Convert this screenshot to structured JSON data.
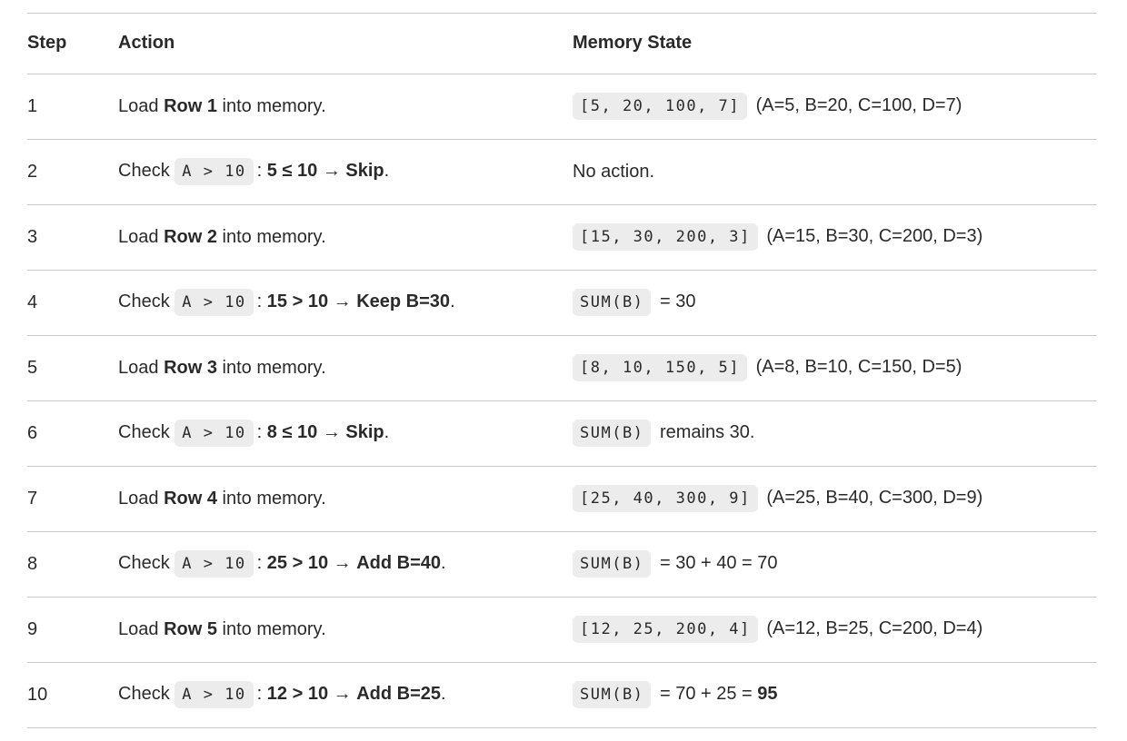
{
  "table": {
    "columns": [
      {
        "label": "Step"
      },
      {
        "label": "Action"
      },
      {
        "label": "Memory State"
      }
    ],
    "rows": [
      {
        "step": "1",
        "action": [
          {
            "t": "text",
            "v": "Load "
          },
          {
            "t": "bold",
            "v": "Row 1"
          },
          {
            "t": "text",
            "v": " into memory."
          }
        ],
        "memory": [
          {
            "t": "code",
            "v": "[5, 20, 100, 7]"
          },
          {
            "t": "text",
            "v": " (A=5, B=20, C=100, D=7)"
          }
        ]
      },
      {
        "step": "2",
        "action": [
          {
            "t": "text",
            "v": "Check "
          },
          {
            "t": "code",
            "v": "A > 10"
          },
          {
            "t": "text",
            "v": ": "
          },
          {
            "t": "bold",
            "v": "5 ≤ 10"
          },
          {
            "t": "text",
            "v": " → "
          },
          {
            "t": "bold",
            "v": "Skip"
          },
          {
            "t": "text",
            "v": "."
          }
        ],
        "memory": [
          {
            "t": "text",
            "v": "No action."
          }
        ]
      },
      {
        "step": "3",
        "action": [
          {
            "t": "text",
            "v": "Load "
          },
          {
            "t": "bold",
            "v": "Row 2"
          },
          {
            "t": "text",
            "v": " into memory."
          }
        ],
        "memory": [
          {
            "t": "code",
            "v": "[15, 30, 200, 3]"
          },
          {
            "t": "text",
            "v": " (A=15, B=30, C=200, D=3)"
          }
        ]
      },
      {
        "step": "4",
        "action": [
          {
            "t": "text",
            "v": "Check "
          },
          {
            "t": "code",
            "v": "A > 10"
          },
          {
            "t": "text",
            "v": ": "
          },
          {
            "t": "bold",
            "v": "15 > 10"
          },
          {
            "t": "text",
            "v": " → "
          },
          {
            "t": "bold",
            "v": "Keep B=30"
          },
          {
            "t": "text",
            "v": "."
          }
        ],
        "memory": [
          {
            "t": "code",
            "v": "SUM(B)"
          },
          {
            "t": "text",
            "v": " = 30"
          }
        ]
      },
      {
        "step": "5",
        "action": [
          {
            "t": "text",
            "v": "Load "
          },
          {
            "t": "bold",
            "v": "Row 3"
          },
          {
            "t": "text",
            "v": " into memory."
          }
        ],
        "memory": [
          {
            "t": "code",
            "v": "[8, 10, 150, 5]"
          },
          {
            "t": "text",
            "v": " (A=8, B=10, C=150, D=5)"
          }
        ]
      },
      {
        "step": "6",
        "action": [
          {
            "t": "text",
            "v": "Check "
          },
          {
            "t": "code",
            "v": "A > 10"
          },
          {
            "t": "text",
            "v": ": "
          },
          {
            "t": "bold",
            "v": "8 ≤ 10"
          },
          {
            "t": "text",
            "v": " → "
          },
          {
            "t": "bold",
            "v": "Skip"
          },
          {
            "t": "text",
            "v": "."
          }
        ],
        "memory": [
          {
            "t": "code",
            "v": "SUM(B)"
          },
          {
            "t": "text",
            "v": " remains 30."
          }
        ]
      },
      {
        "step": "7",
        "action": [
          {
            "t": "text",
            "v": "Load "
          },
          {
            "t": "bold",
            "v": "Row 4"
          },
          {
            "t": "text",
            "v": " into memory."
          }
        ],
        "memory": [
          {
            "t": "code",
            "v": "[25, 40, 300, 9]"
          },
          {
            "t": "text",
            "v": " (A=25, B=40, C=300, D=9)"
          }
        ]
      },
      {
        "step": "8",
        "action": [
          {
            "t": "text",
            "v": "Check "
          },
          {
            "t": "code",
            "v": "A > 10"
          },
          {
            "t": "text",
            "v": ": "
          },
          {
            "t": "bold",
            "v": "25 > 10"
          },
          {
            "t": "text",
            "v": " → "
          },
          {
            "t": "bold",
            "v": "Add B=40"
          },
          {
            "t": "text",
            "v": "."
          }
        ],
        "memory": [
          {
            "t": "code",
            "v": "SUM(B)"
          },
          {
            "t": "text",
            "v": " = 30 + 40 = 70"
          }
        ]
      },
      {
        "step": "9",
        "action": [
          {
            "t": "text",
            "v": "Load "
          },
          {
            "t": "bold",
            "v": "Row 5"
          },
          {
            "t": "text",
            "v": " into memory."
          }
        ],
        "memory": [
          {
            "t": "code",
            "v": "[12, 25, 200, 4]"
          },
          {
            "t": "text",
            "v": " (A=12, B=25, C=200, D=4)"
          }
        ]
      },
      {
        "step": "10",
        "action": [
          {
            "t": "text",
            "v": "Check "
          },
          {
            "t": "code",
            "v": "A > 10"
          },
          {
            "t": "text",
            "v": ": "
          },
          {
            "t": "bold",
            "v": "12 > 10"
          },
          {
            "t": "text",
            "v": " → "
          },
          {
            "t": "bold",
            "v": "Add B=25"
          },
          {
            "t": "text",
            "v": "."
          }
        ],
        "memory": [
          {
            "t": "code",
            "v": "SUM(B)"
          },
          {
            "t": "text",
            "v": " = 70 + 25 = "
          },
          {
            "t": "bold",
            "v": "95"
          }
        ]
      }
    ]
  }
}
